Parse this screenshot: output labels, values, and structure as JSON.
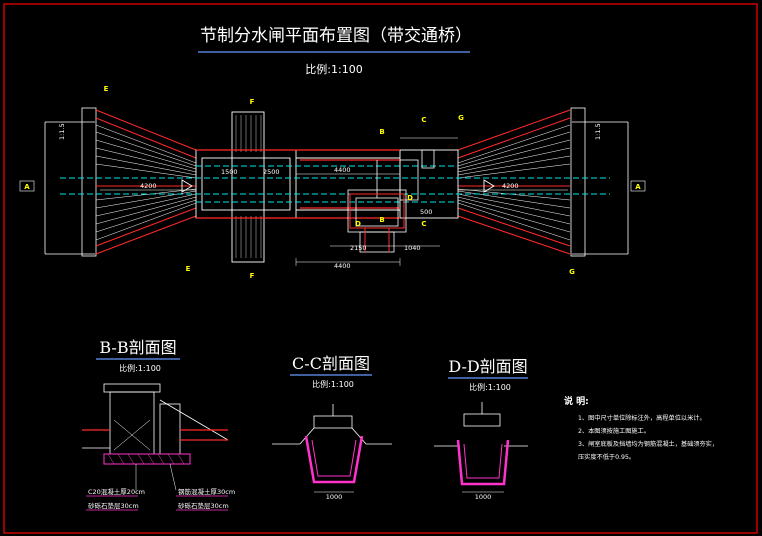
{
  "main_title": "节制分水闸平面布置图（带交通桥）",
  "main_scale": "比例:1:100",
  "sections": {
    "bb": {
      "title": "B-B剖面图",
      "scale": "比例:1:100"
    },
    "cc": {
      "title": "C-C剖面图",
      "scale": "比例:1:100"
    },
    "dd": {
      "title": "D-D剖面图",
      "scale": "比例:1:100"
    }
  },
  "section_marks": {
    "a": "A",
    "b": "B",
    "c": "C",
    "d": "D",
    "e": "E",
    "f": "F",
    "g": "G"
  },
  "dimensions": {
    "plan_mid_1": "1500",
    "plan_mid_2": "2500",
    "plan_left_len": "4200",
    "plan_right_len": "4200",
    "plan_center": "4400",
    "plan_bottom": "4400",
    "bottom_a": "2150",
    "bottom_b": "1040",
    "side_slope_l": "1:1.5",
    "side_slope_r": "1:1.5",
    "w_500": "500",
    "cc_bottom": "1000",
    "dd_bottom": "1000"
  },
  "bb_notes": {
    "c20": "C20混凝土厚20cm",
    "gravel": "砂砾石垫层30cm",
    "right1": "钢筋混凝土厚30cm",
    "right2": "砂砾石垫层30cm"
  },
  "notes": {
    "title": "说  明:",
    "items": [
      "1、图中尺寸单位除标注外，高程单位以米计。",
      "2、本图须按施工图施工。",
      "3、闸室底板及挡墙均为钢筋混凝土，基础须夯实，",
      "   压实度不低于0.95。"
    ]
  },
  "colors": {
    "frame": "#ff0000",
    "title_underline": "#6699ff",
    "structure": "#ffffff",
    "red": "#ff2a2a",
    "cyan": "#00e5e5",
    "magenta": "#ff33cc",
    "yellow": "#ffff00",
    "green": "#33cc33"
  }
}
